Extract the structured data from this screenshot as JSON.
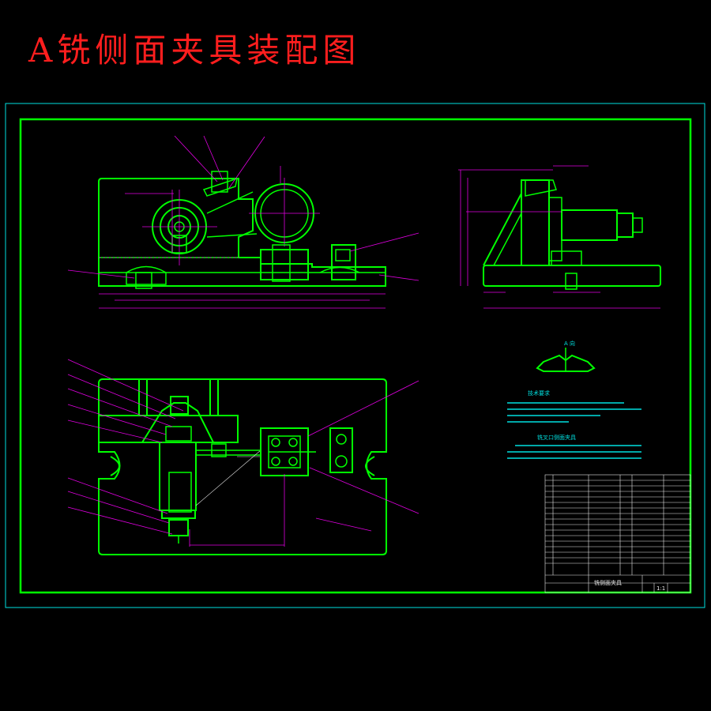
{
  "title": "A铣侧面夹具装配图",
  "view_label_a": "A 向",
  "tech_requirements_title": "技术要求",
  "fixture_section_title": "铣叉口侧面夹具",
  "title_block": {
    "drawing_name": "铣侧面夹具",
    "scale": "1:1"
  },
  "colors": {
    "background": "#000000",
    "title_red": "#ff1e1e",
    "outline_green": "#00ff00",
    "leader_magenta": "#e000e0",
    "frame_cyan": "#00e0e0"
  }
}
